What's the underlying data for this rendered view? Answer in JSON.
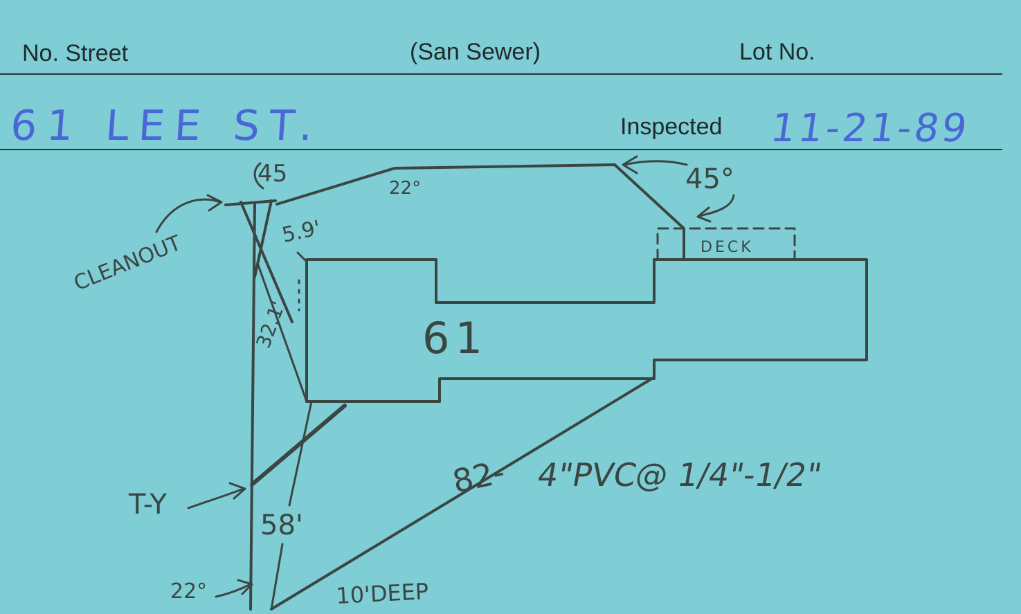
{
  "header": {
    "no_street_label": "No. Street",
    "type_label": "(San Sewer)",
    "lot_label": "Lot No.",
    "inspected_label": "Inspected"
  },
  "entry": {
    "address": "61 LEE ST.",
    "inspected_date": "11-21-89"
  },
  "sketch": {
    "colors": {
      "card": "#7fcdd5",
      "pencil": "#3b4643",
      "blue_ink": "#4a67d6"
    },
    "labels": {
      "angle_top_left": "45",
      "angle_top": "22°",
      "angle_top_right": "45°",
      "cleanout": "CLEANOUT",
      "dist_59": "5.9'",
      "dist_321": "32.1'",
      "deck": "DECK",
      "house_number": "61",
      "dist_82": "82-",
      "pipe_spec": "4\"PVC@ 1/4\"-1/2\"",
      "tee": "T-Y",
      "dist_58": "58'",
      "angle_bottom": "22°",
      "depth": "10'DEEP"
    }
  }
}
